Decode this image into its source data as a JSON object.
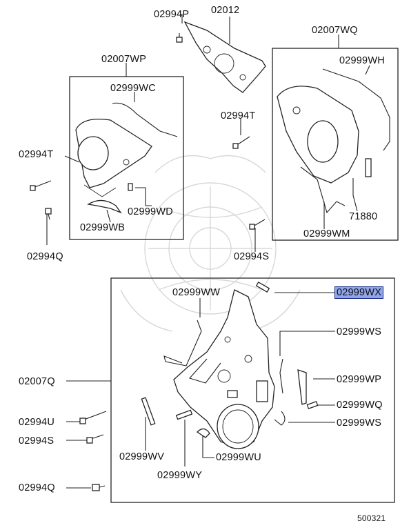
{
  "diagram": {
    "footer_code": "500321",
    "callouts": {
      "p02994P": "02994P",
      "p02012": "02012",
      "p02007WQ": "02007WQ",
      "p02999WH": "02999WH",
      "p02007WP": "02007WP",
      "p02999WC": "02999WC",
      "p02994T_mid": "02994T",
      "p02994T_left": "02994T",
      "p02999WD": "02999WD",
      "p02999WB": "02999WB",
      "p71880": "71880",
      "p02999WM": "02999WM",
      "p02994Q_top": "02994Q",
      "p02994S_mid": "02994S",
      "p02999WW": "02999WW",
      "p02999WX": "02999WX",
      "p02999WS_top": "02999WS",
      "p02007Q": "02007Q",
      "p02999WP": "02999WP",
      "p02999WQ": "02999WQ",
      "p02994U": "02994U",
      "p02999WS_bottom": "02999WS",
      "p02994S_left": "02994S",
      "p02999WV": "02999WV",
      "p02999WU": "02999WU",
      "p02999WY": "02999WY",
      "p02994Q_bottom": "02994Q"
    },
    "highlighted_part": "02999WX",
    "highlight_color": "#8fa4ea"
  }
}
